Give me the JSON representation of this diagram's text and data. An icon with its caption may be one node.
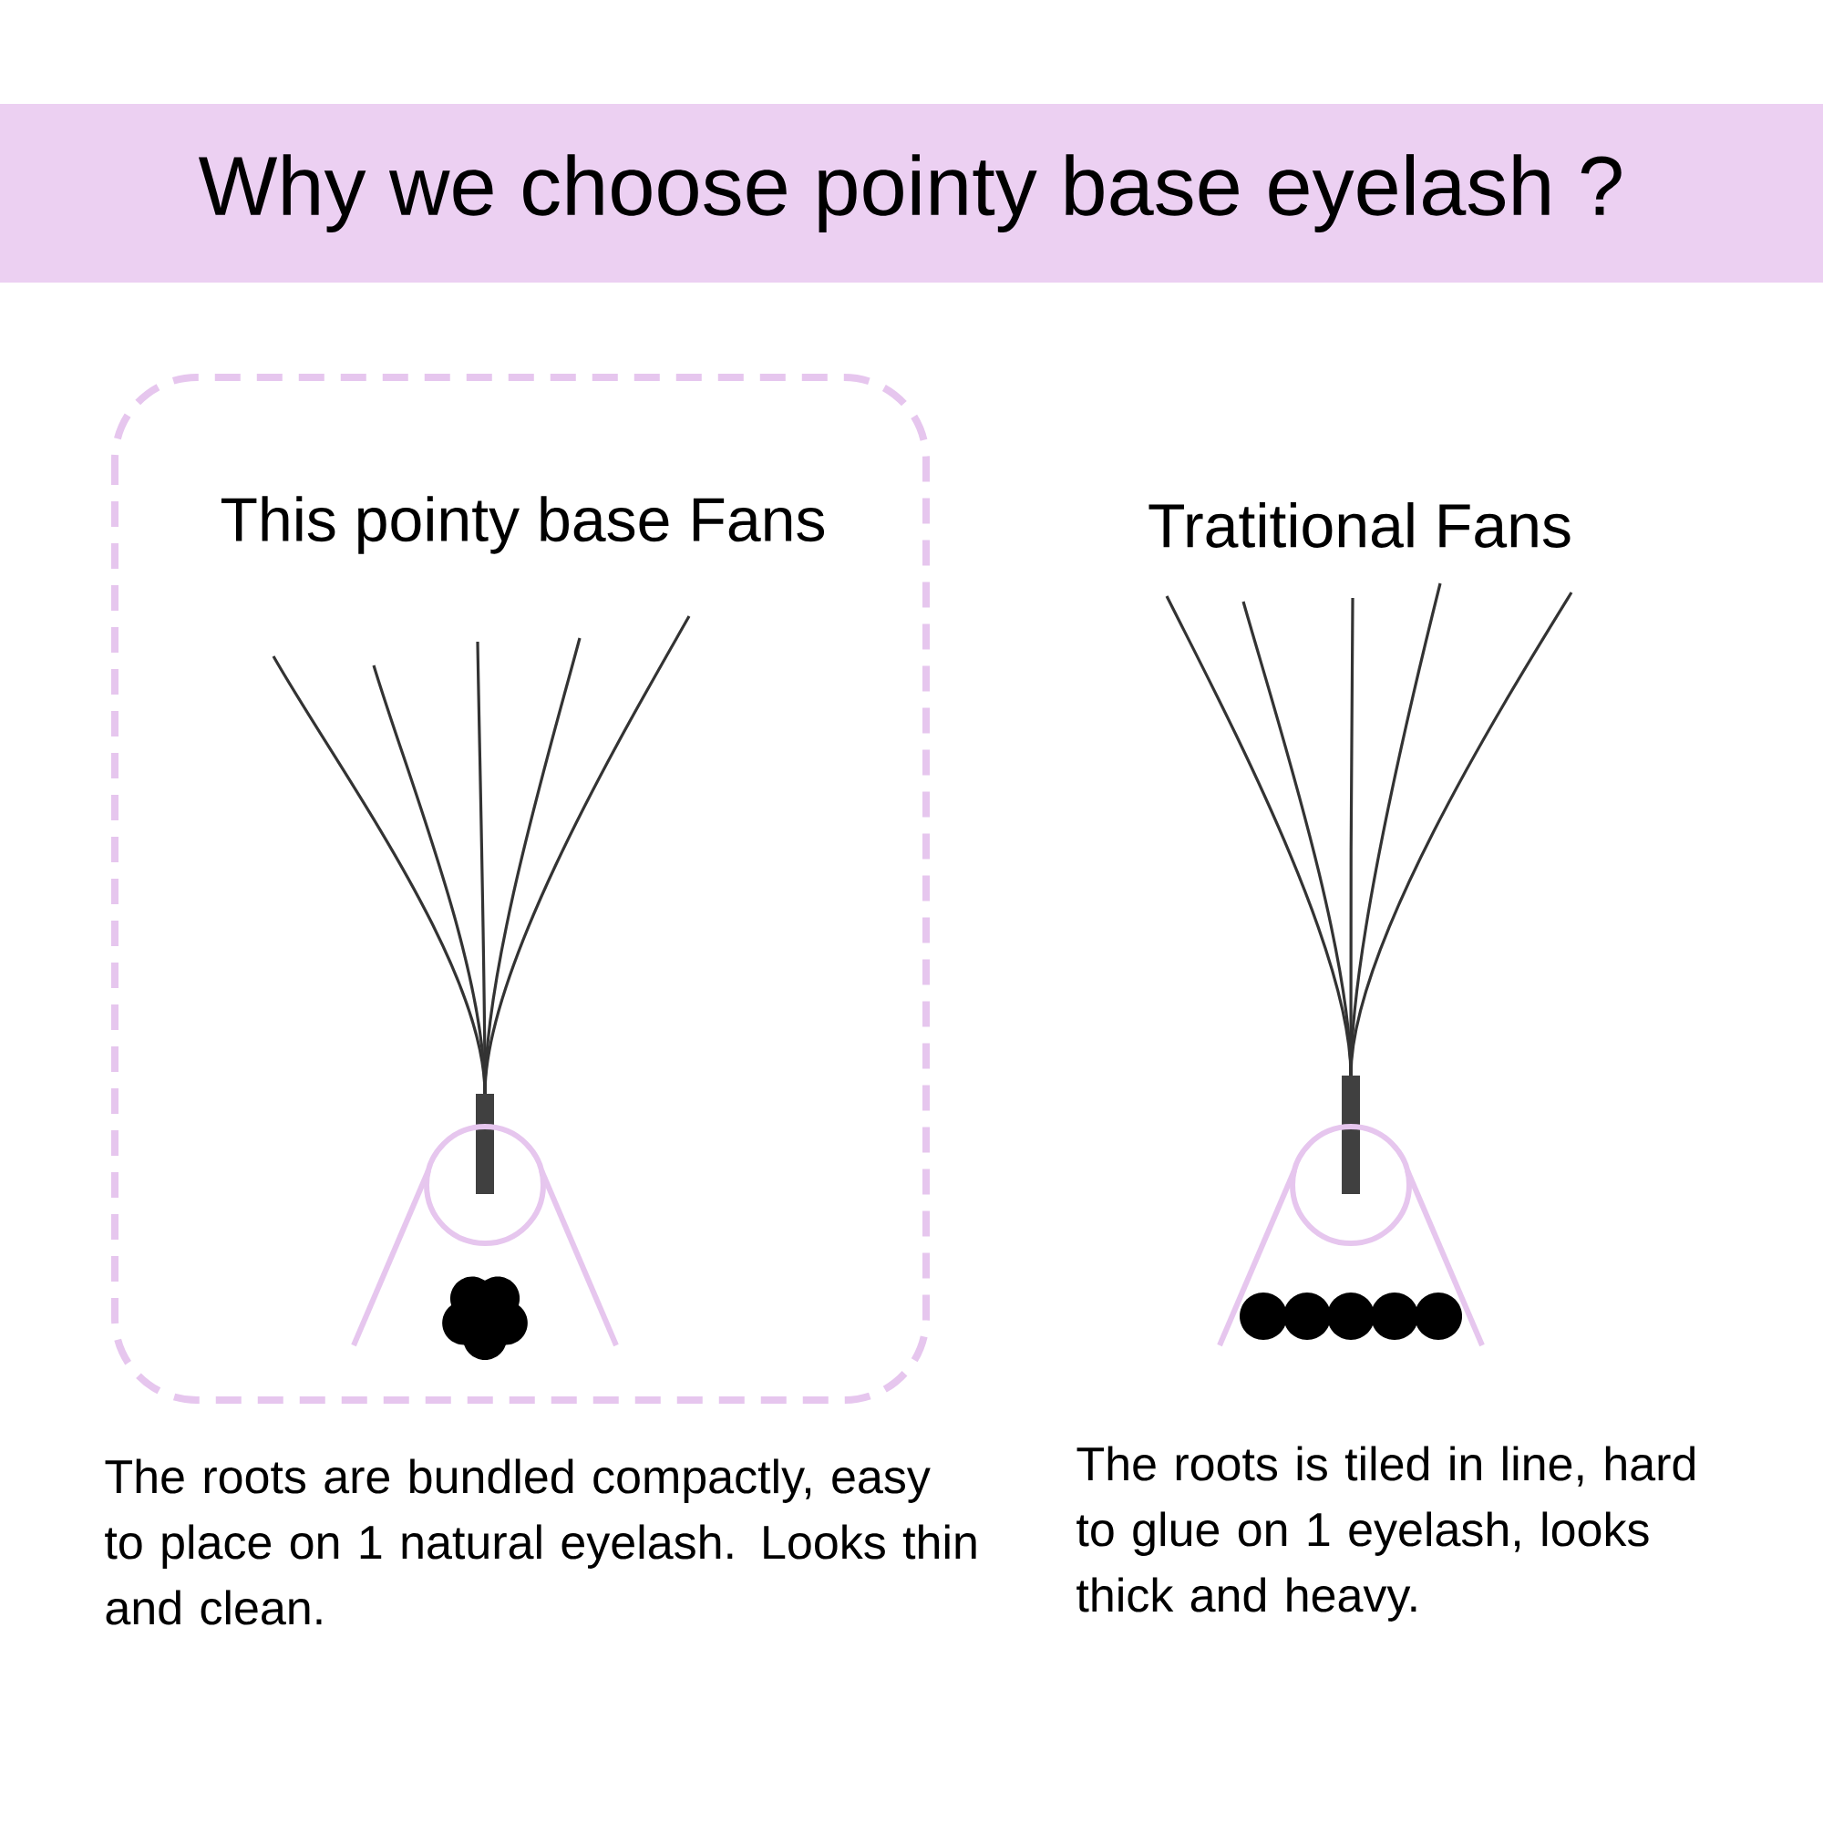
{
  "diagram": {
    "title": "Why we choose pointy base eyelash ?",
    "nodes": [
      {
        "text": [
          "This pointy base Fans"
        ]
      }
    ],
    "labels": [
      "Tratitional Fans",
      "The roots are bundled compactly, easy to place on 1 natural eyelash. Looks thin and clean.",
      "The roots is tiled in line, hard to glue on 1 eyelash, looks thick and heavy."
    ]
  }
}
